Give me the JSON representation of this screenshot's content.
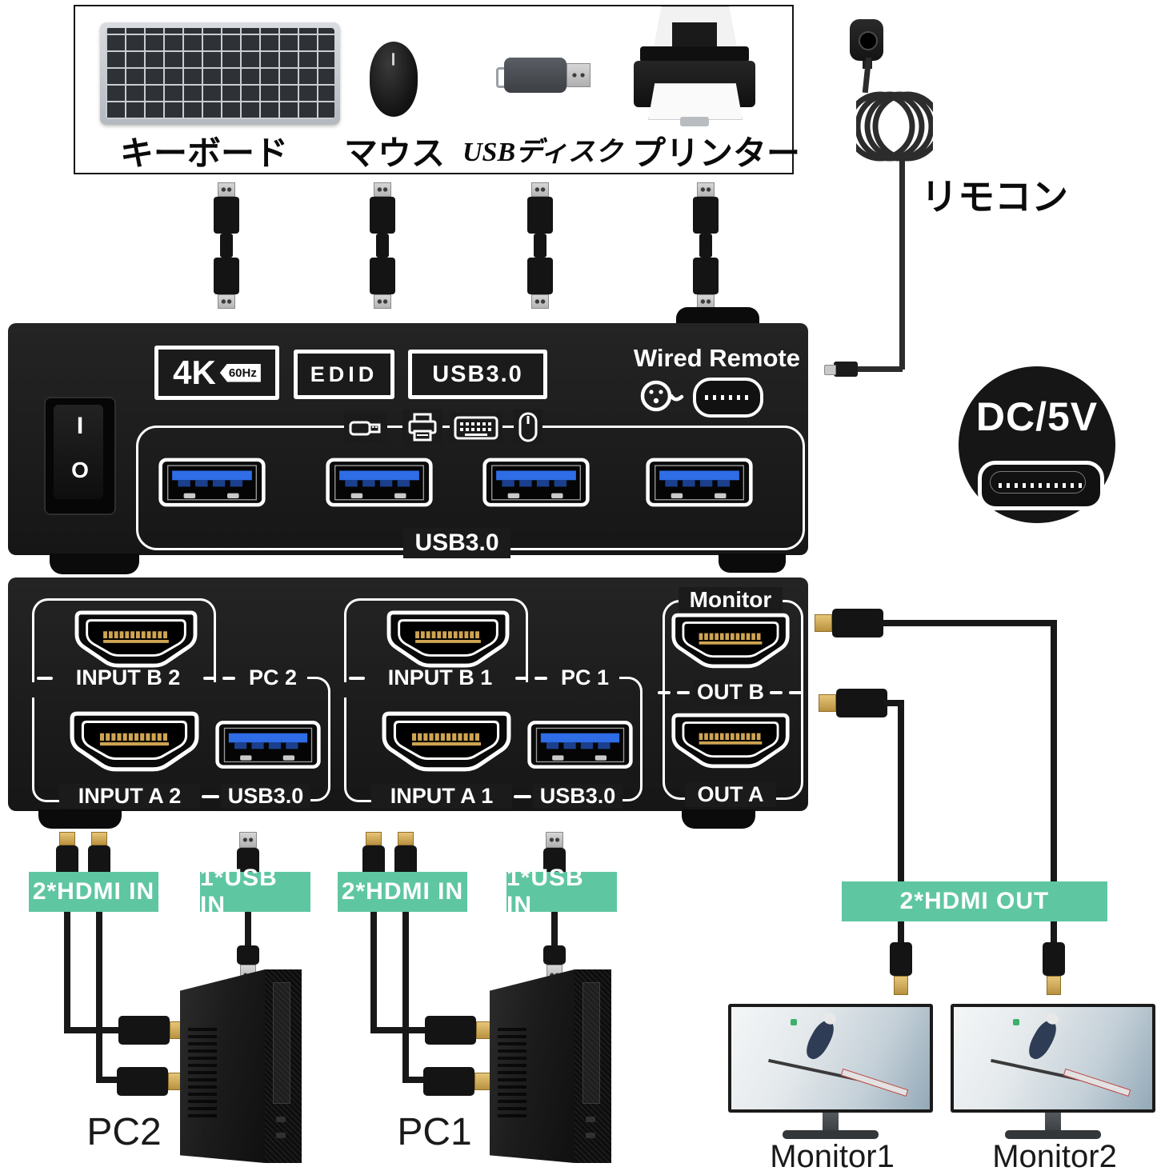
{
  "peripherals": {
    "keyboard_label": "キーボード",
    "mouse_label": "マウス",
    "usb_disk_label": "USBディスク",
    "printer_label": "プリンター"
  },
  "remote": {
    "label": "リモコン"
  },
  "top_panel": {
    "badge_4k": "4K",
    "badge_4k_hz": "60Hz",
    "badge_edid": "EDID",
    "badge_usb3": "USB3.0",
    "wired_remote": "Wired Remote",
    "power_on": "I",
    "power_off": "O",
    "usb_row_label": "USB3.0"
  },
  "power_badge": {
    "label": "DC/5V"
  },
  "rear_panel": {
    "monitor_title": "Monitor",
    "out_b": "OUT B",
    "out_a": "OUT A",
    "pc2": {
      "input_b": "INPUT B 2",
      "pc": "PC 2",
      "input_a": "INPUT A 2",
      "usb": "USB3.0"
    },
    "pc1": {
      "input_b": "INPUT B 1",
      "pc": "PC 1",
      "input_a": "INPUT A 1",
      "usb": "USB3.0"
    }
  },
  "cable_tags": {
    "hdmi_in_pc2": "2*HDMI IN",
    "usb_in_pc2": "1*USB IN",
    "hdmi_in_pc1": "2*HDMI IN",
    "usb_in_pc1": "1*USB IN",
    "hdmi_out": "2*HDMI OUT"
  },
  "devices": {
    "pc2": "PC2",
    "pc1": "PC1",
    "monitor1": "Monitor1",
    "monitor2": "Monitor2"
  },
  "colors": {
    "tag_green": "#5fc6a2",
    "usb_blue": "#2e6de5",
    "hdmi_gold": "#cfa452",
    "panel_black": "#1b1b1b"
  }
}
